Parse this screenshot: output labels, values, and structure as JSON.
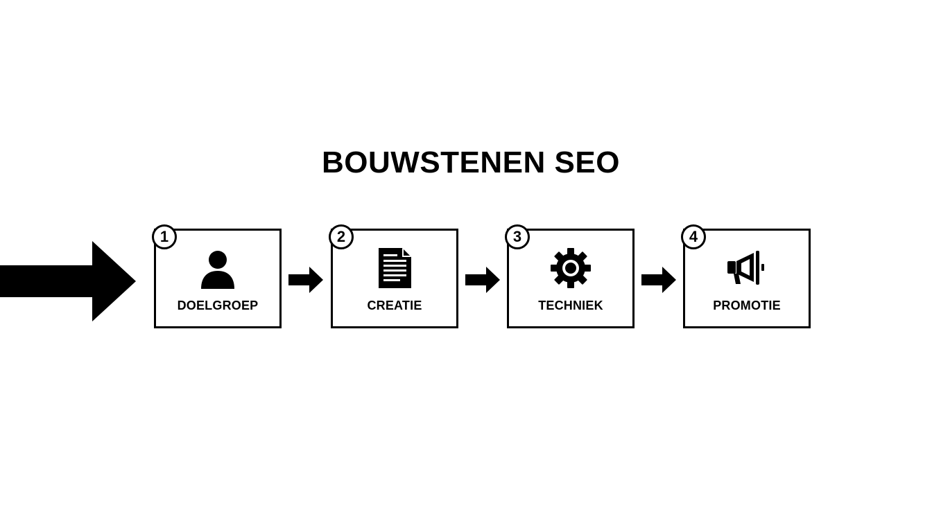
{
  "title": "BOUWSTENEN SEO",
  "steps": [
    {
      "number": "1",
      "label": "DOELGROEP",
      "icon": "person-icon"
    },
    {
      "number": "2",
      "label": "CREATIE",
      "icon": "document-icon"
    },
    {
      "number": "3",
      "label": "TECHNIEK",
      "icon": "gear-icon"
    },
    {
      "number": "4",
      "label": "PROMOTIE",
      "icon": "megaphone-icon"
    }
  ],
  "colors": {
    "ink": "#000000",
    "background": "#ffffff"
  }
}
